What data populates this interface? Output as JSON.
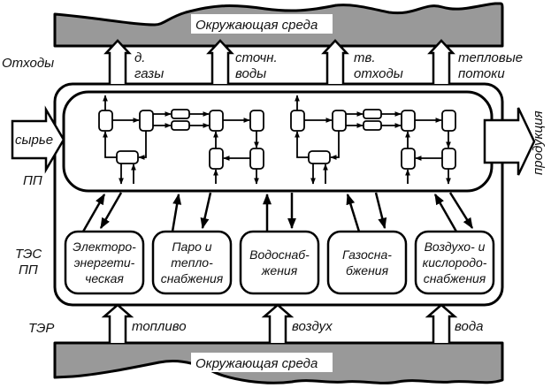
{
  "diagram": {
    "environment_top": {
      "label": "Окружающая среда",
      "fill": "#999999"
    },
    "environment_bottom": {
      "label": "Окружающая среда",
      "fill": "#999999"
    },
    "row_labels": {
      "waste": "Отходы",
      "pp": "ПП",
      "tes_pp_line1": "ТЭС",
      "tes_pp_line2": "ПП",
      "ter": "ТЭР"
    },
    "waste_outputs": [
      {
        "line1": "д.",
        "line2": "газы"
      },
      {
        "line1": "сточн.",
        "line2": "воды"
      },
      {
        "line1": "тв.",
        "line2": "отходы"
      },
      {
        "line1": "тепловые",
        "line2": "потоки"
      }
    ],
    "input_arrow": {
      "label": "сырье"
    },
    "output_arrow": {
      "label": "продукция"
    },
    "resource_inputs": [
      {
        "label": "топливо"
      },
      {
        "label": "воздух"
      },
      {
        "label": "вода"
      }
    ],
    "utility_systems": [
      {
        "lines": [
          "Электоро-",
          "энергети-",
          "ческая"
        ]
      },
      {
        "lines": [
          "Паро и",
          "тепло-",
          "снабжения"
        ]
      },
      {
        "lines": [
          "Водоснаб-",
          "жения"
        ]
      },
      {
        "lines": [
          "Газосна-",
          "бжения"
        ]
      },
      {
        "lines": [
          "Воздухо- и",
          "кислородо-",
          "снабжения"
        ]
      }
    ]
  }
}
